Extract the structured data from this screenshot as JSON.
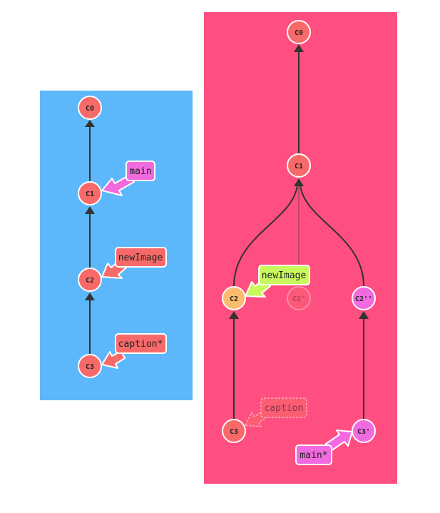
{
  "panels": {
    "before": {
      "background": "#5cb8fb",
      "commits": {
        "c0": "C0",
        "c1": "C1",
        "c2": "C2",
        "c3": "C3"
      },
      "branches": {
        "main": "main",
        "newImage": "newImage",
        "caption": "caption*"
      }
    },
    "after": {
      "background": "#ff4f80",
      "commits": {
        "c0": "C0",
        "c1": "C1",
        "c2": "C2",
        "c2_prime_ghost": "C2'",
        "c2_double_prime": "C2''",
        "c3": "C3",
        "c3_prime": "C3'"
      },
      "branches": {
        "newImage": "newImage",
        "caption_ghost": "caption",
        "main": "main*"
      }
    }
  },
  "colors": {
    "commit_default": "#f86a6a",
    "commit_highlight_orange": "#fdbc6d",
    "commit_magenta": "#f26ae0",
    "branch_main": "#f26ae0",
    "branch_newImage_before": "#f86a6a",
    "branch_newImage_after": "#c9f95c",
    "branch_caption": "#f86a6a",
    "edge": "#333333",
    "node_stroke": "#ffffff"
  }
}
